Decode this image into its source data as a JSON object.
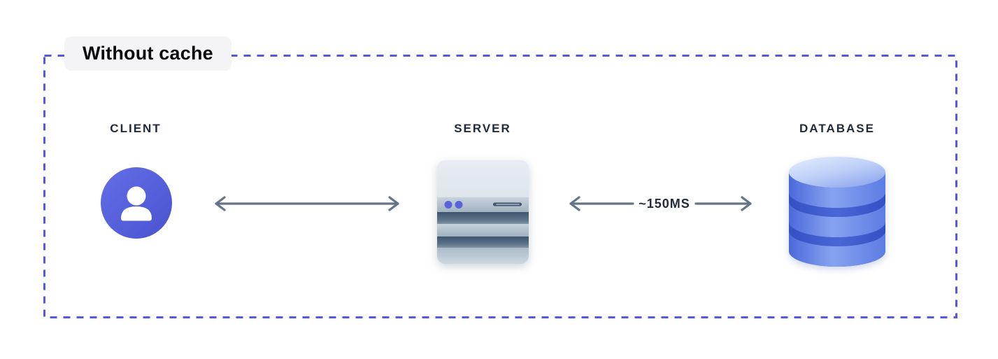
{
  "diagram": {
    "title": "Without cache",
    "nodes": [
      {
        "id": "client",
        "label": "CLIENT",
        "icon": "user-icon"
      },
      {
        "id": "server",
        "label": "SERVER",
        "icon": "server-icon"
      },
      {
        "id": "database",
        "label": "DATABASE",
        "icon": "database-icon"
      }
    ],
    "connections": [
      {
        "from": "client",
        "to": "server",
        "type": "double-arrow"
      },
      {
        "from": "server",
        "to": "database",
        "type": "double-arrow",
        "label": "~150MS"
      }
    ],
    "colors": {
      "background": "#FFFFFF",
      "dashed_border": "#5659DF",
      "title_bg": "#F4F4F6",
      "title_text": "#0A0A0C",
      "node_label_text": "#212B3B",
      "arrow": "#64748B",
      "client_gradient_start": "#636EE6",
      "client_gradient_end": "#4A53D0",
      "server_dark_band": "#3E5570",
      "server_light_band": "#C7D3DC",
      "server_led": "#5A63DC",
      "database_body_blue": "#5C7DE4",
      "database_dark_blue": "#3350C4",
      "database_top_light": "#C9D8F9"
    }
  }
}
